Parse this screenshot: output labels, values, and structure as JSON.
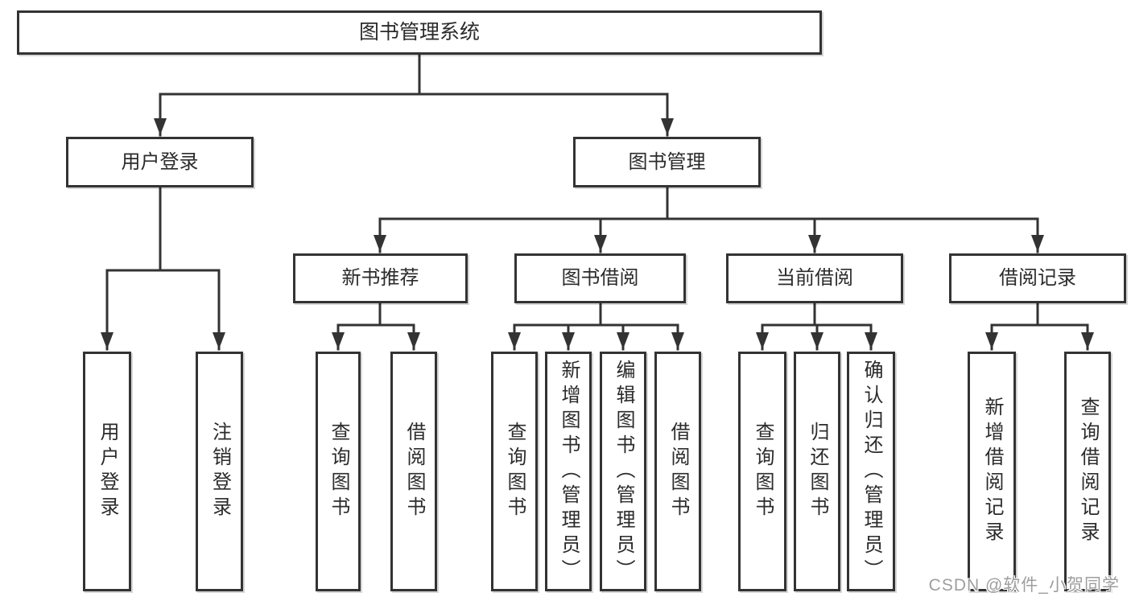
{
  "page": {
    "background": "#ffffff"
  },
  "colors": {
    "line": "#333333",
    "box_border": "#333333",
    "text": "#2b2b2b",
    "watermark_text": "#9e9e9e"
  },
  "watermark": "CSDN @软件_小贺同学",
  "tree": {
    "label": "图书管理系统",
    "children": [
      {
        "label": "用户登录",
        "children": [
          {
            "label": "用户登录"
          },
          {
            "label": "注销登录"
          }
        ]
      },
      {
        "label": "图书管理",
        "children": [
          {
            "label": "新书推荐",
            "children": [
              {
                "label": "查询图书"
              },
              {
                "label": "借阅图书"
              }
            ]
          },
          {
            "label": "图书借阅",
            "children": [
              {
                "label": "查询图书"
              },
              {
                "label": "新增图书（管理员）"
              },
              {
                "label": "编辑图书（管理员）"
              },
              {
                "label": "借阅图书"
              }
            ]
          },
          {
            "label": "当前借阅",
            "children": [
              {
                "label": "查询图书"
              },
              {
                "label": "归还图书"
              },
              {
                "label": "确认归还（管理员）"
              }
            ]
          },
          {
            "label": "借阅记录",
            "children": [
              {
                "label": "新增借阅记录"
              },
              {
                "label": "查询借阅记录"
              }
            ]
          }
        ]
      }
    ]
  }
}
